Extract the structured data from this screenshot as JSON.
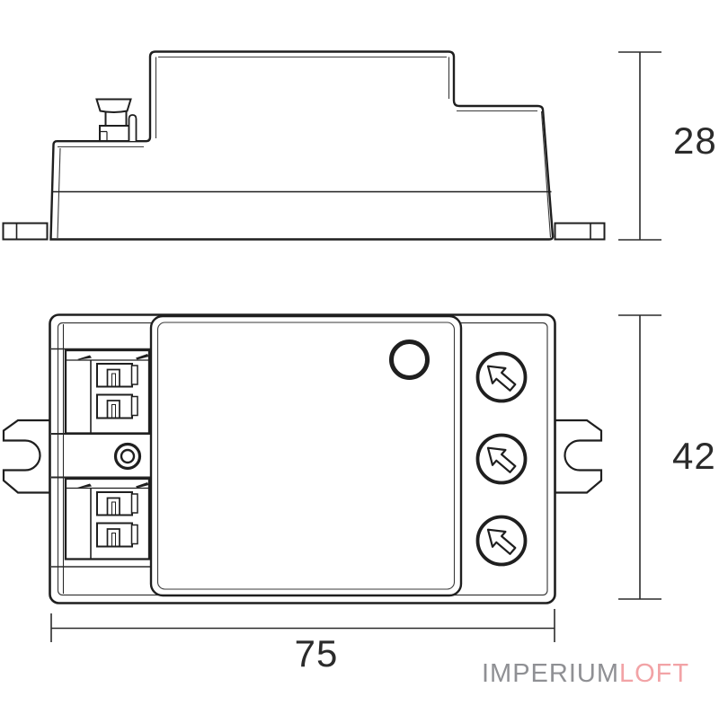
{
  "drawing": {
    "type": "technical-dimension-drawing",
    "views": {
      "side_view": "stepped side profile with din-feet and wire clip",
      "front_view": "body with terminal blocks, screw, led hole, three adjustment dials, mounting ears"
    }
  },
  "dimensions": {
    "depth": {
      "value": "28"
    },
    "height": {
      "value": "42"
    },
    "width": {
      "value": "75"
    }
  },
  "watermark": {
    "primary": "IMPERIUM",
    "secondary": "LOFT",
    "primary_color": "#8f9094",
    "secondary_color": "#f2a3a6"
  },
  "icons": {
    "dial_arrow": "arrow-up-left-outline",
    "led_indicator": "circle-outline",
    "screw_head": "double-circle",
    "release_lever": "dark-wedge-mark"
  },
  "colors": {
    "line": "#1f1f1f",
    "thin_line": "#3a3a3a",
    "dimension_line": "#2b2b2b",
    "background": "#ffffff"
  }
}
